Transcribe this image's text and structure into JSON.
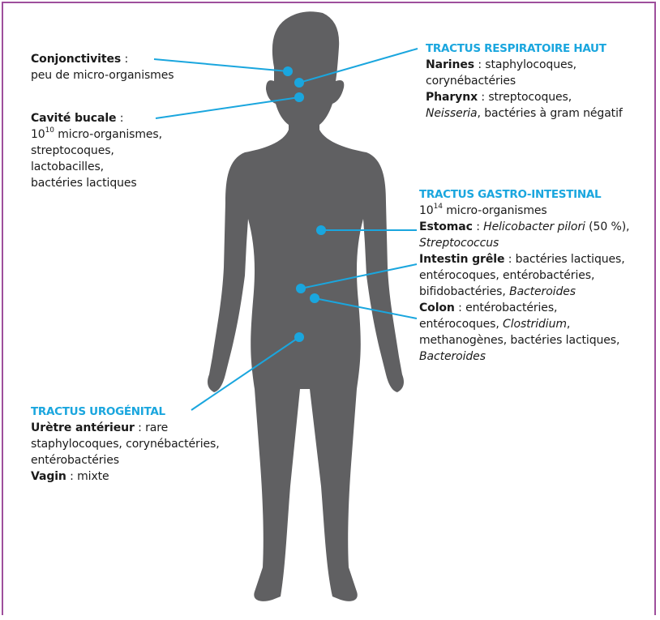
{
  "colors": {
    "frame": "#9e4f9c",
    "silhouette": "#606062",
    "accent": "#1aa6de",
    "text": "#1a1a1a"
  },
  "left": {
    "conj_title": "Conjonctivites",
    "conj_sep": " :",
    "conj_desc": "peu de micro-organismes",
    "bucal_title": "Cavité bucale",
    "bucal_sep": " :",
    "bucal_count_base": "10",
    "bucal_count_exp": "10",
    "bucal_count_rest": " micro-organismes,",
    "bucal_lines": [
      "streptocoques,",
      "lactobacilles,",
      "bactéries lactiques"
    ]
  },
  "respiratoire": {
    "heading": "TRACTUS RESPIRATOIRE HAUT",
    "narines_title": "Narines",
    "narines_l1": " : staphylocoques,",
    "narines_l2": "corynébactéries",
    "pharynx_title": "Pharynx",
    "pharynx_l1": " : streptocoques,",
    "pharynx_italic": "Neisseria",
    "pharynx_l2": ", bactéries à gram négatif"
  },
  "gastro": {
    "heading": "TRACTUS GASTRO-INTESTINAL",
    "count_base": "10",
    "count_exp": "14",
    "count_rest": " micro-organismes",
    "estomac_title": "Estomac",
    "estomac_sep": " : ",
    "estomac_italic": "Helicobacter pilori",
    "estomac_rest": " (50 %),",
    "estomac_l2": "Streptococcus",
    "grele_title": "Intestin grêle",
    "grele_l1": " : bactéries lactiques,",
    "grele_l2": "entérocoques, entérobactéries,",
    "grele_l3a": "bifidobactéries, ",
    "grele_l3b": "Bacteroides",
    "colon_title": "Colon",
    "colon_l1": " : entérobactéries,",
    "colon_l2a": "entérocoques, ",
    "colon_l2b": "Clostridium",
    "colon_l2c": ",",
    "colon_l3": "methanogènes, bactéries lactiques,",
    "colon_l4": "Bacteroides"
  },
  "urogenital": {
    "heading": "TRACTUS UROGÉNITAL",
    "uretre_title": "Urètre antérieur",
    "uretre_l1": " : rare",
    "uretre_l2": "staphylocoques, corynébactéries,",
    "uretre_l3": "entérobactéries",
    "vagin_title": "Vagin",
    "vagin_l1": " : mixte"
  }
}
